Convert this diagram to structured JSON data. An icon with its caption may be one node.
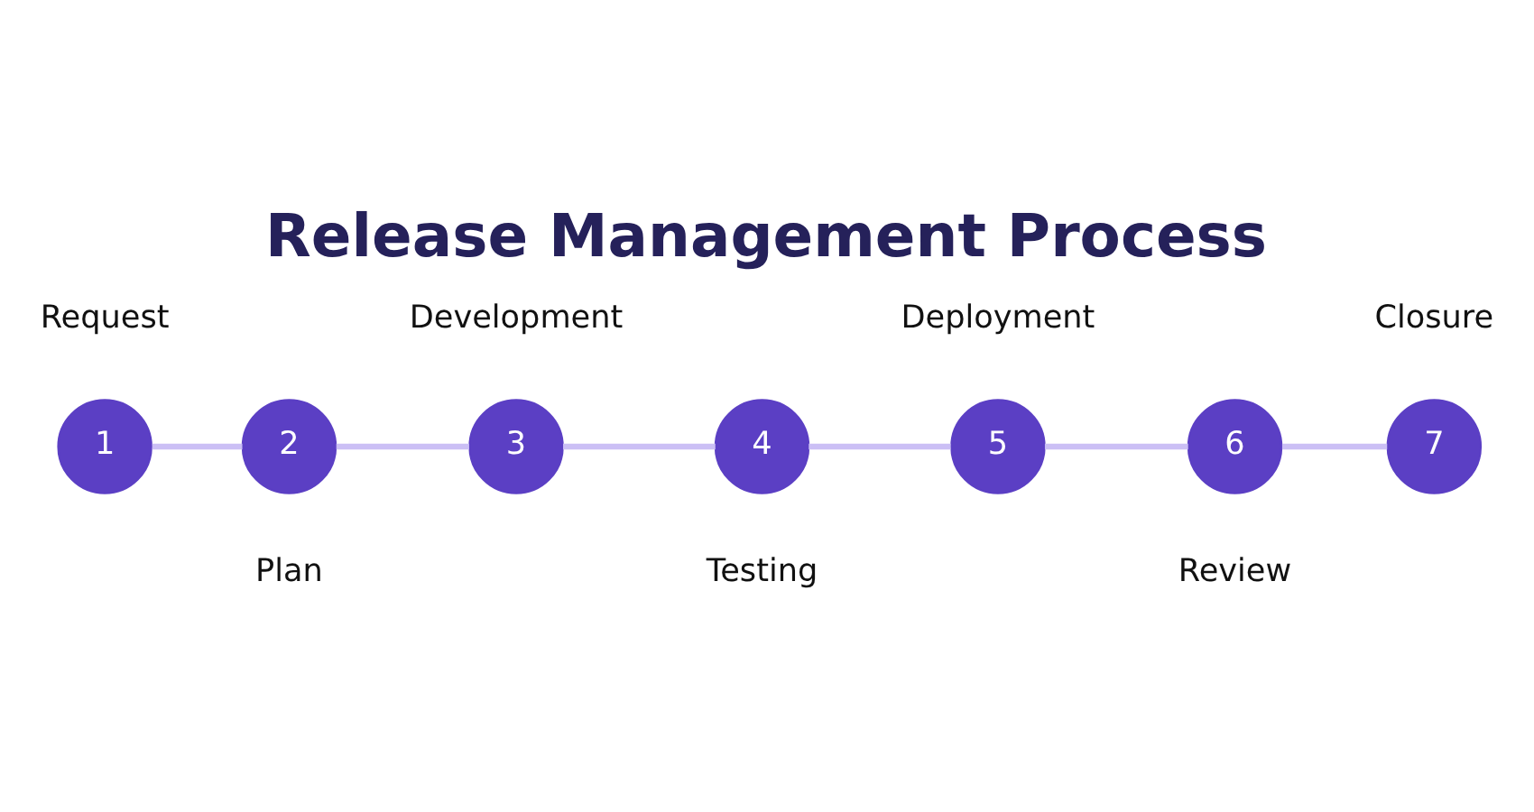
{
  "diagram": {
    "title": "Release Management Process",
    "nodes": [
      {
        "text": [
          "1"
        ],
        "beside": [
          "Request"
        ]
      },
      {
        "text": [
          "2"
        ],
        "beside": [
          "Plan"
        ]
      },
      {
        "text": [
          "3"
        ],
        "beside": [
          "Development"
        ]
      },
      {
        "text": [
          "4"
        ],
        "beside": [
          "Testing"
        ]
      },
      {
        "text": [
          "5"
        ],
        "beside": [
          "Deployment"
        ]
      },
      {
        "text": [
          "6"
        ],
        "beside": [
          "Review"
        ]
      },
      {
        "text": [
          "7"
        ],
        "beside": [
          "Closure"
        ]
      }
    ],
    "edges": [
      {
        "from": 0,
        "to": 1,
        "arrow": "none"
      },
      {
        "from": 1,
        "to": 2,
        "arrow": "none"
      },
      {
        "from": 2,
        "to": 3,
        "arrow": "none"
      },
      {
        "from": 3,
        "to": 4,
        "arrow": "none"
      },
      {
        "from": 4,
        "to": 5,
        "arrow": "none"
      },
      {
        "from": 5,
        "to": 6,
        "arrow": "none"
      }
    ]
  }
}
